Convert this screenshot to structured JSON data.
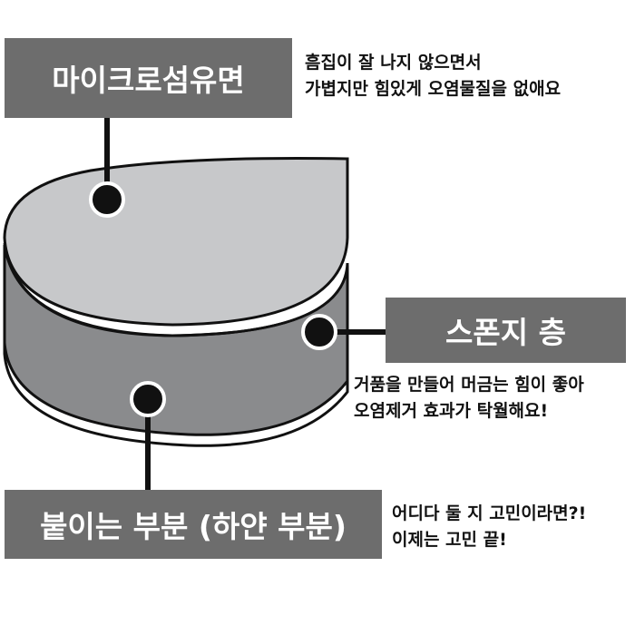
{
  "colors": {
    "label_bg": "#6d6d6d",
    "label_text": "#ffffff",
    "top_surface": "#c7c8ca",
    "sponge_side": "#8a8b8d",
    "outline": "#111111",
    "marker_fill": "#111111",
    "marker_ring": "#ffffff"
  },
  "labels": {
    "microfiber": {
      "title": "마이크로섬유면",
      "lines": [
        "흠집이 잘 나지 않으면서",
        "가볍지만 힘있게 오염물질을 없애요"
      ]
    },
    "sponge": {
      "title": "스폰지 층",
      "lines": [
        "거품을 만들어 머금는 힘이 좋아",
        "오염제거 효과가 탁월해요!"
      ]
    },
    "adhesive": {
      "title": "붙이는 부분 (하얀 부분)",
      "lines": [
        "어디다 둘 지 고민이라면?!",
        "이제는 고민 끝!"
      ]
    }
  }
}
